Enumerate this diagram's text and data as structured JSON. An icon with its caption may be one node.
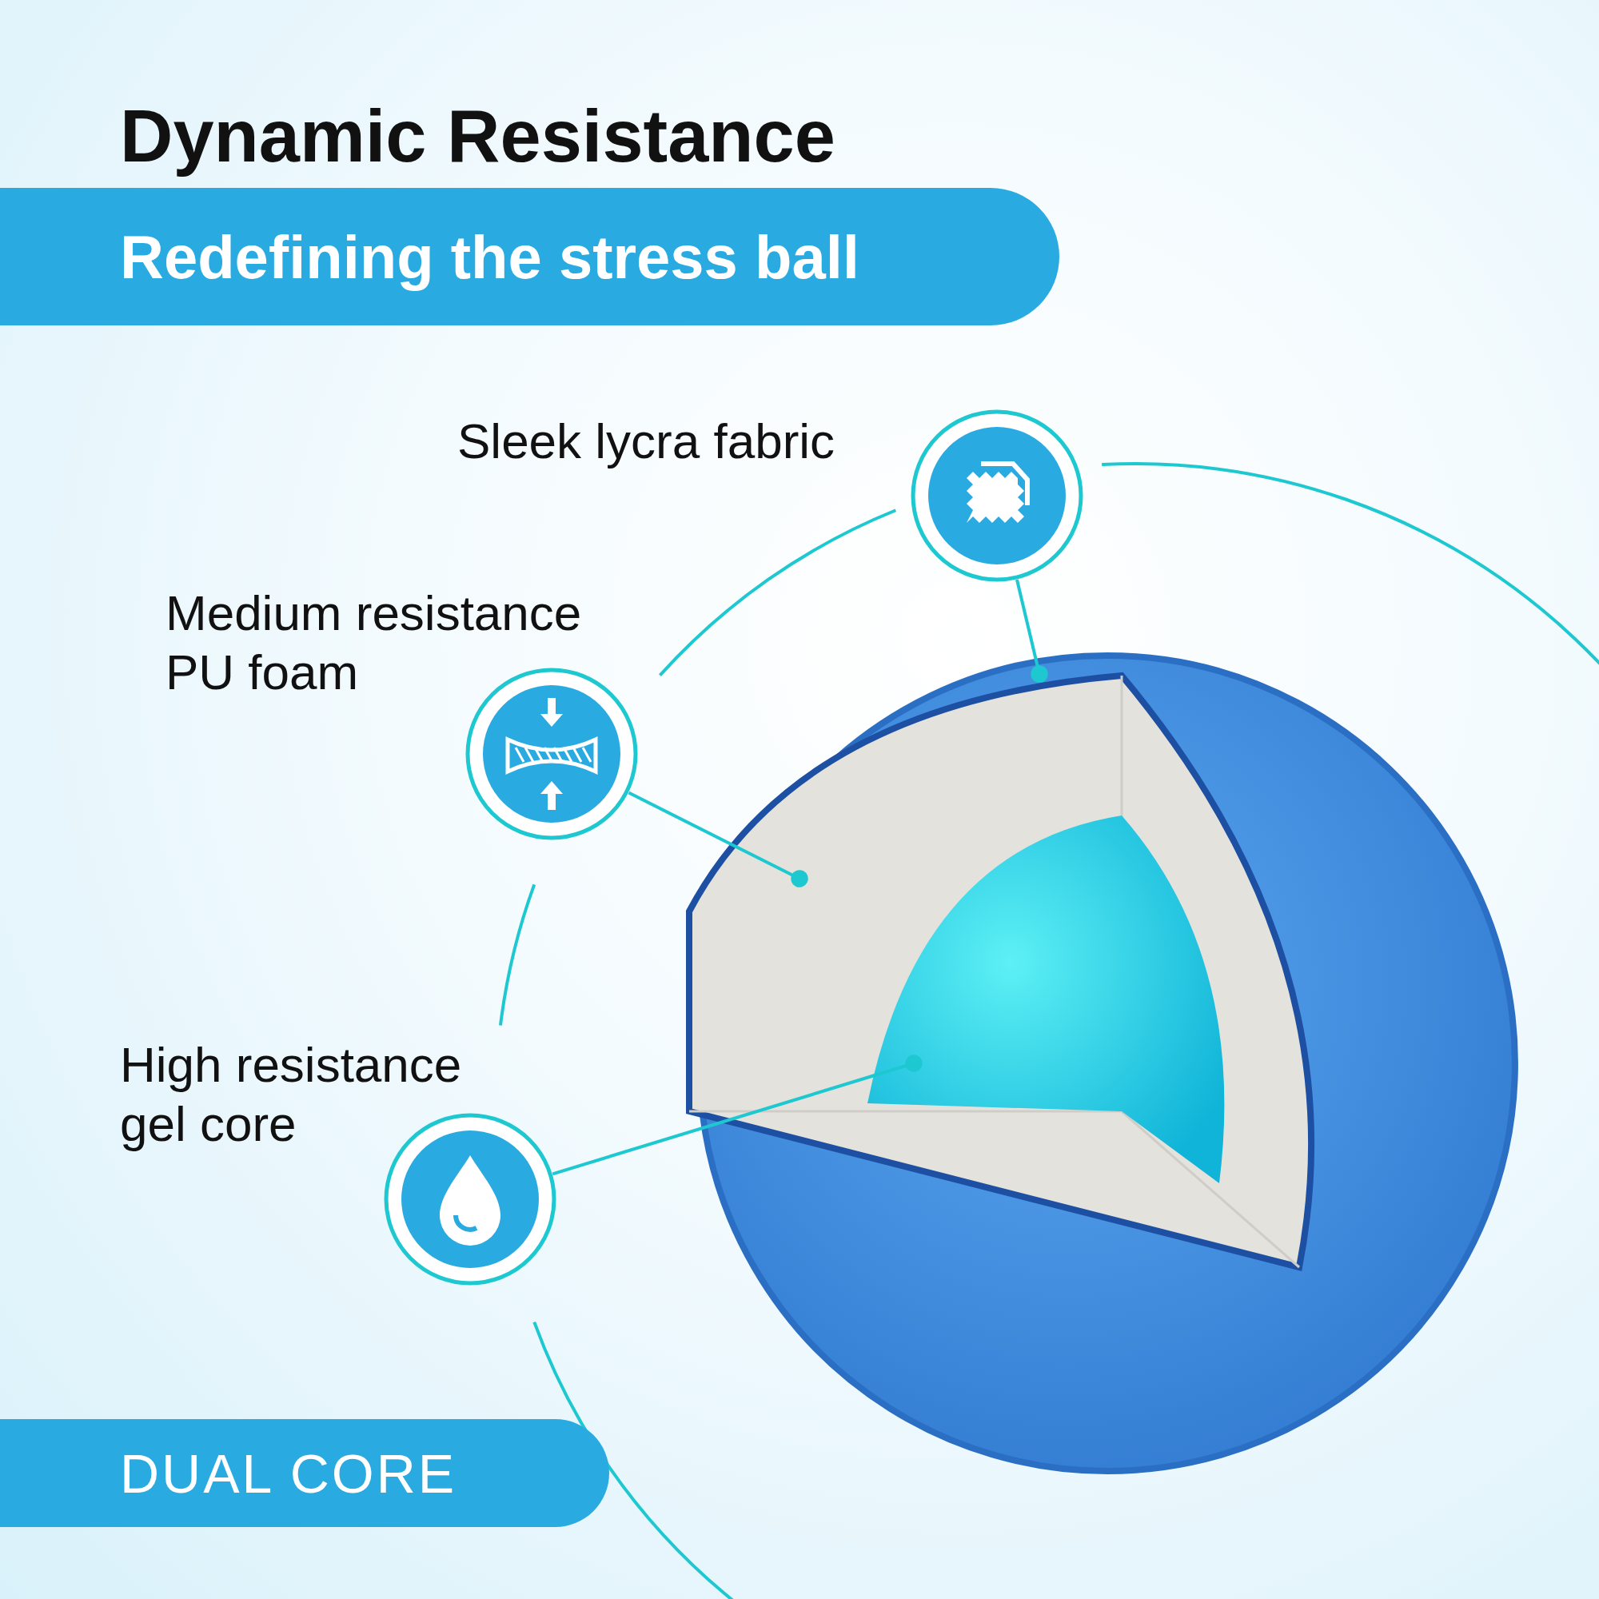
{
  "diagram": {
    "title": "Dynamic Resistance",
    "nodes": [
      {
        "text": [
          "Redefining the stress ball"
        ]
      },
      {
        "text": [
          "DUAL CORE"
        ]
      },
      {
        "text": [
          "Sleek lycra fabric"
        ]
      },
      {
        "text": [
          "Medium resistance PU foam"
        ]
      },
      {
        "text": [
          "High resistance gel core"
        ]
      },
      {
        "text": [],
        "shape": "picture"
      },
      {
        "text": [],
        "shape": "picture",
        "in": 5
      },
      {
        "text": [],
        "shape": "picture",
        "in": 6
      }
    ],
    "edges": [
      {
        "from": 2,
        "to": 5,
        "arrow": "other"
      },
      {
        "from": 3,
        "to": 6,
        "arrow": "other"
      },
      {
        "from": 4,
        "to": 7,
        "arrow": "other"
      }
    ]
  }
}
